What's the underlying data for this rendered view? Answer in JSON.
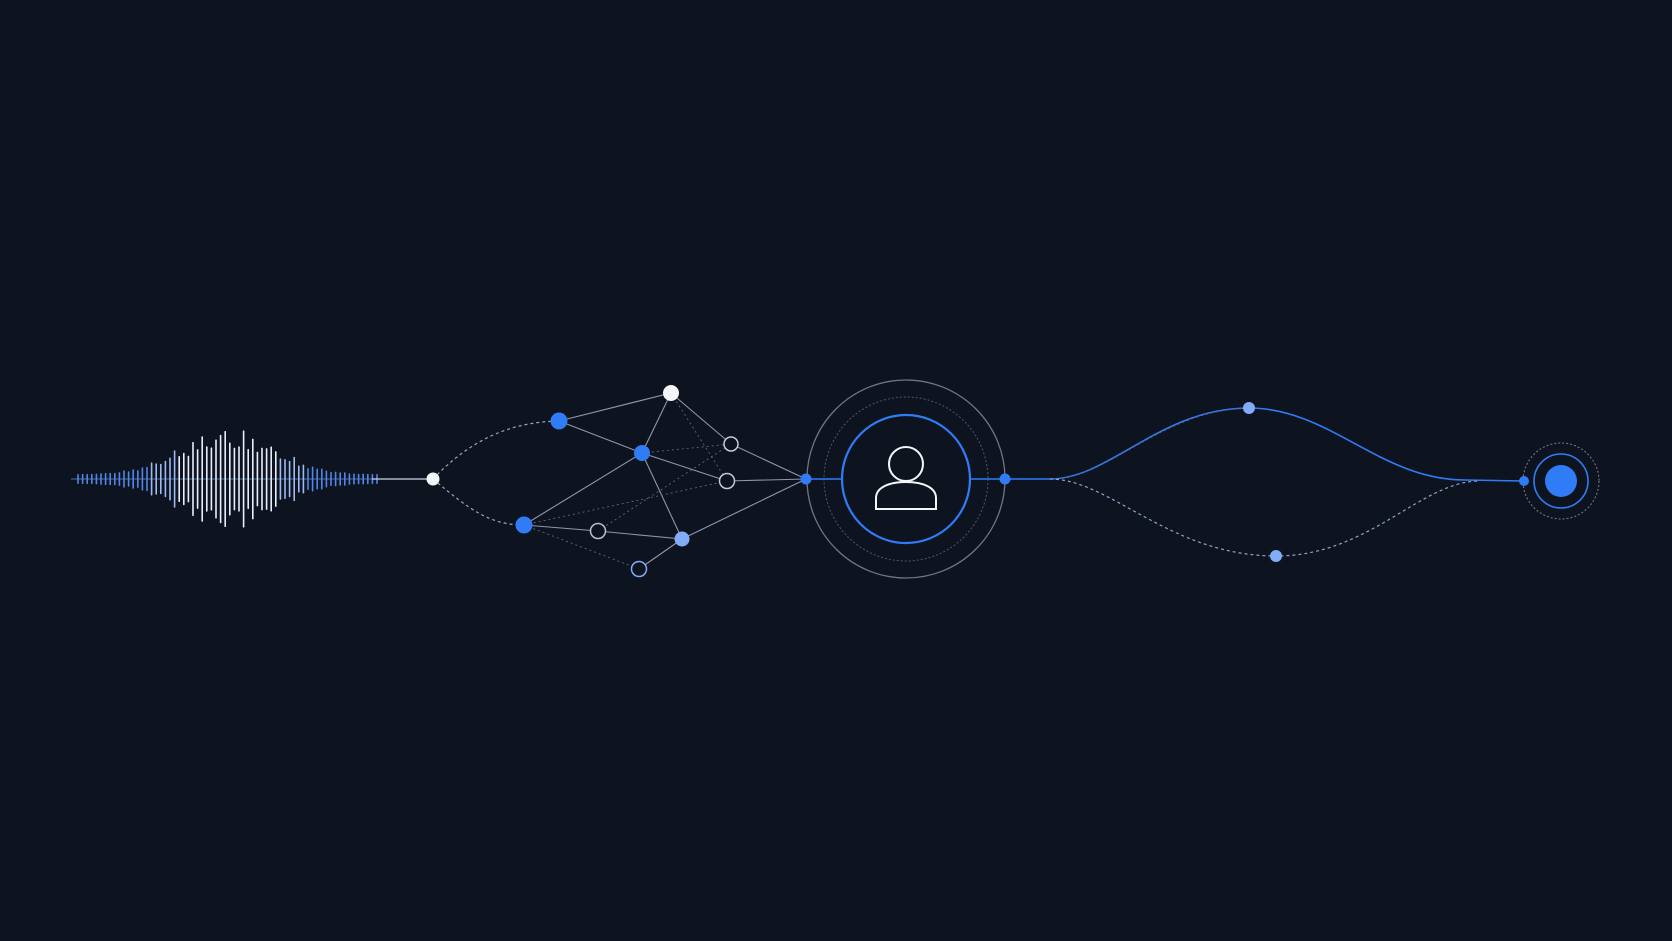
{
  "colors": {
    "background": "#0e1320",
    "accent": "#2f7cf6",
    "accent_light": "#82acf7",
    "node_white": "#f4f6fa",
    "line_gray": "#8a93a6",
    "ring_gray": "#6f7686"
  },
  "icons": {
    "center": "user-icon"
  },
  "stages": [
    {
      "name": "audio-waveform"
    },
    {
      "name": "input-node"
    },
    {
      "name": "neural-network"
    },
    {
      "name": "user-identity"
    },
    {
      "name": "branch-paths"
    },
    {
      "name": "output-target"
    }
  ]
}
